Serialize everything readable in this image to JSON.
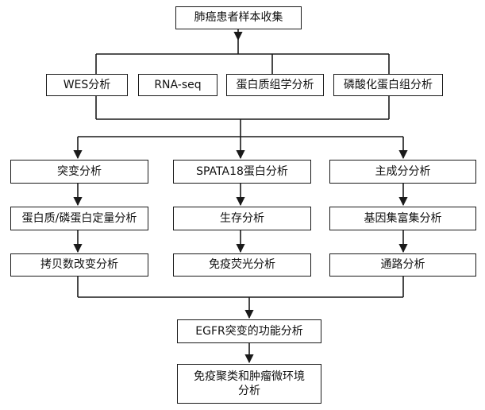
{
  "diagram": {
    "colors": {
      "line": "#1a1a1a",
      "box_border": "#1a1a1a",
      "text": "#111111",
      "background": "#ffffff"
    },
    "nodes": {
      "sample_collection": "肺癌患者样本收集",
      "wes": "WES分析",
      "rna_seq": "RNA-seq",
      "proteomics": "蛋白质组学分析",
      "phosphoproteomics": "磷酸化蛋白组分析",
      "mutation_analysis": "突变分析",
      "spata18_protein": "SPATA18蛋白分析",
      "principal_component": "主成分分析",
      "protein_phospho_quant": "蛋白质/磷蛋白定量分析",
      "survival_analysis": "生存分析",
      "gsea": "基因集富集分析",
      "copy_number": "拷贝数改变分析",
      "immunofluorescence": "免疫荧光分析",
      "pathway_analysis": "通路分析",
      "egfr_function": "EGFR突变的功能分析",
      "immune_tme": "免疫聚类和肿瘤微环境\n分析"
    }
  }
}
